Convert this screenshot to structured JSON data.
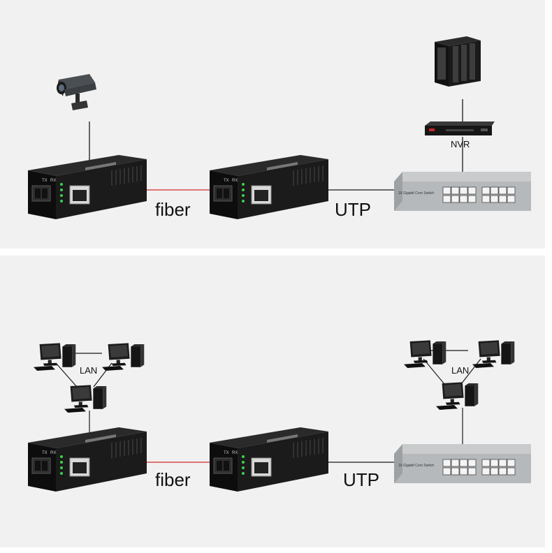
{
  "top": {
    "fiber_label": "fiber",
    "utp_label": "UTP",
    "nvr_label": "NVR"
  },
  "bottom": {
    "fiber_label": "fiber",
    "utp_label": "UTP",
    "lan_left_label": "LAN",
    "lan_right_label": "LAN"
  },
  "colors": {
    "fiber_line": "#d42b2b",
    "copper_line": "#1a1a1a",
    "panel_bg": "#f1f1f1",
    "device_body": "#161616",
    "switch_body": "#b9bcbe"
  }
}
